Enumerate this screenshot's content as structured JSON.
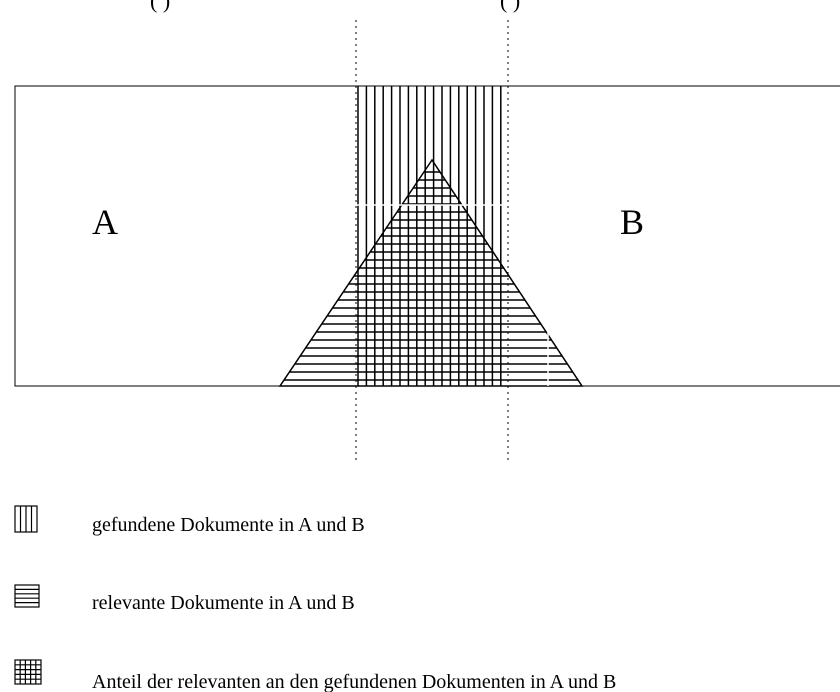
{
  "header": {
    "left_fragment": "(          )",
    "right_fragment": "(                            )"
  },
  "regions": {
    "a_label": "A",
    "b_label": "B"
  },
  "legend": {
    "items": [
      {
        "pattern": "vertical-lines",
        "label": "gefundene Dokumente  in A und B"
      },
      {
        "pattern": "horizontal-lines",
        "label": "relevante Dokumente  in A und B"
      },
      {
        "pattern": "grid",
        "label": "Anteil der relevanten an den  gefundenen Dokumenten in A und B"
      }
    ]
  },
  "colors": {
    "stroke": "#000000",
    "background": "#ffffff"
  }
}
